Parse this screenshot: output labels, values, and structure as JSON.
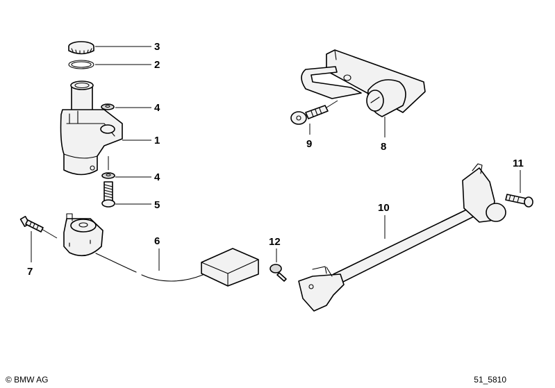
{
  "callouts": {
    "c1": "1",
    "c2": "2",
    "c3": "3",
    "c4a": "4",
    "c4b": "4",
    "c5": "5",
    "c6": "6",
    "c7": "7",
    "c8": "8",
    "c9": "9",
    "c10": "10",
    "c11": "11",
    "c12": "12"
  },
  "footer": {
    "copyright": "© BMW AG",
    "drawing_id": "51_5810"
  }
}
